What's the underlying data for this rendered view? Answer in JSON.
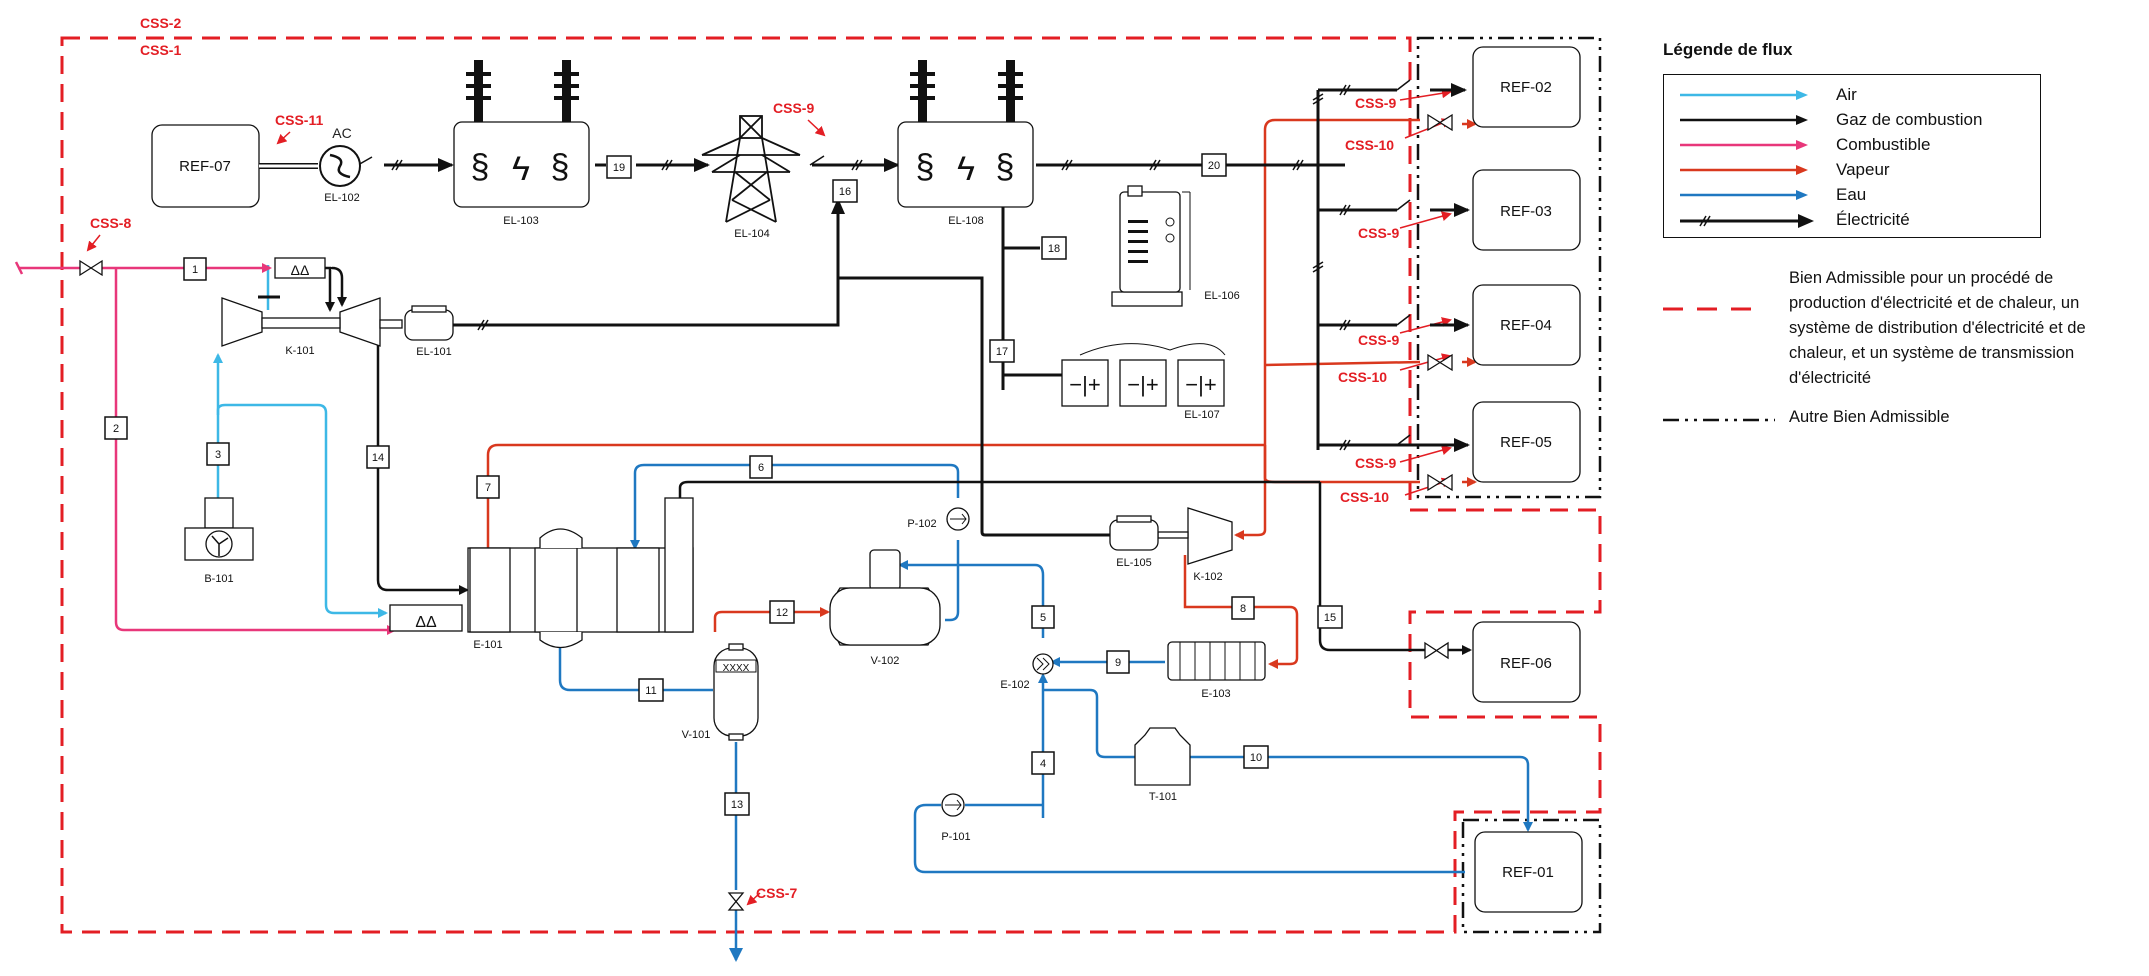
{
  "colors": {
    "air": "#3db8e6",
    "gaz": "#111111",
    "combustible": "#e8377a",
    "vapeur": "#d9381e",
    "eau": "#1f78c1",
    "elec": "#111111",
    "boundary": "#e31e24"
  },
  "boundary_labels": {
    "css2": "CSS-2",
    "css1": "CSS-1",
    "css11": "CSS-11",
    "css8": "CSS-8",
    "css9_top": "CSS-9",
    "css7": "CSS-7"
  },
  "ref_labels": {
    "ref09": "CSS-9",
    "ref10": "CSS-10"
  },
  "refs": {
    "ref01": "REF-01",
    "ref02": "REF-02",
    "ref03": "REF-03",
    "ref04": "REF-04",
    "ref05": "REF-05",
    "ref06": "REF-06",
    "ref07": "REF-07"
  },
  "equipment": {
    "ac": "AC",
    "el102": "EL-102",
    "el103": "EL-103",
    "el104": "EL-104",
    "el108": "EL-108",
    "el106": "EL-106",
    "el107": "EL-107",
    "el101": "EL-101",
    "el105": "EL-105",
    "k101": "K-101",
    "k102": "K-102",
    "b101": "B-101",
    "e101": "E-101",
    "e102": "E-102",
    "e103": "E-103",
    "v101": "V-101",
    "v102": "V-102",
    "p101": "P-101",
    "p102": "P-102",
    "t101": "T-101"
  },
  "streams": {
    "s1": "1",
    "s2": "2",
    "s3": "3",
    "s4": "4",
    "s5": "5",
    "s6": "6",
    "s7": "7",
    "s8": "8",
    "s9": "9",
    "s10": "10",
    "s11": "11",
    "s12": "12",
    "s13": "13",
    "s14": "14",
    "s15": "15",
    "s16": "16",
    "s17": "17",
    "s18": "18",
    "s19": "19",
    "s20": "20"
  },
  "legend": {
    "title": "Légende de flux",
    "items": [
      {
        "label": "Air",
        "icon": "arrow-line"
      },
      {
        "label": "Gaz de combustion",
        "icon": "arrow-line"
      },
      {
        "label": "Combustible",
        "icon": "arrow-line"
      },
      {
        "label": "Vapeur",
        "icon": "arrow-line"
      },
      {
        "label": "Eau",
        "icon": "arrow-line"
      },
      {
        "label": "Électricité",
        "icon": "electric-arrow"
      }
    ],
    "note_red": "Bien Admissible pour un procédé de production d'électricité et de chaleur, un système de distribution d'électricité et de chaleur, et un système de transmission d'électricité",
    "note_black": "Autre Bien Admissible"
  }
}
